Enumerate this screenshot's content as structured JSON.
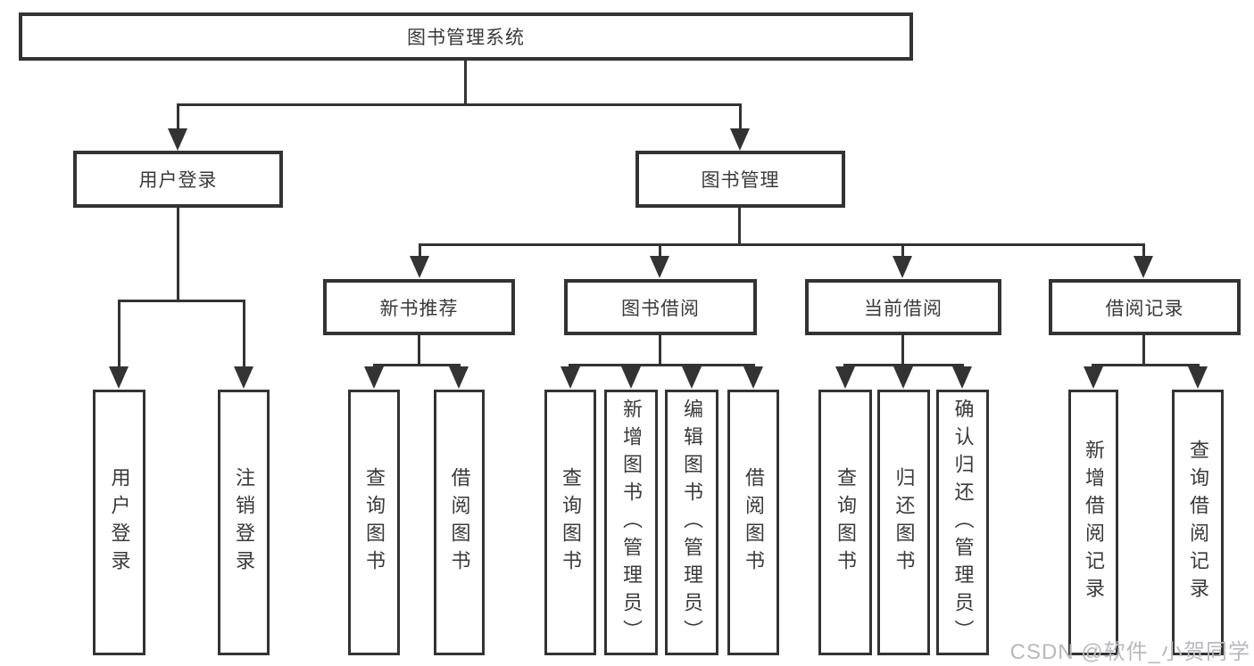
{
  "diagram": {
    "title": "图书管理系统",
    "root": {
      "label": "图书管理系统"
    },
    "level2": [
      {
        "label": "用户登录",
        "children": [
          "用户登录",
          "注销登录"
        ]
      },
      {
        "label": "图书管理"
      }
    ],
    "groups": [
      {
        "label": "新书推荐",
        "children": [
          "查询图书",
          "借阅图书"
        ]
      },
      {
        "label": "图书借阅",
        "children": [
          "查询图书",
          "新增图书（管理员）",
          "编辑图书（管理员）",
          "借阅图书"
        ]
      },
      {
        "label": "当前借阅",
        "children": [
          "查询图书",
          "归还图书",
          "确认归还（管理员）"
        ]
      },
      {
        "label": "借阅记录",
        "children": [
          "新增借阅记录",
          "查询借阅记录"
        ]
      }
    ],
    "colors": {
      "line": "#333333",
      "box_background": "#ffffff",
      "text": "#3a3a3a",
      "watermark": "#b9b9bd"
    }
  },
  "watermark": {
    "text": "CSDN @软件_小贺同学"
  }
}
